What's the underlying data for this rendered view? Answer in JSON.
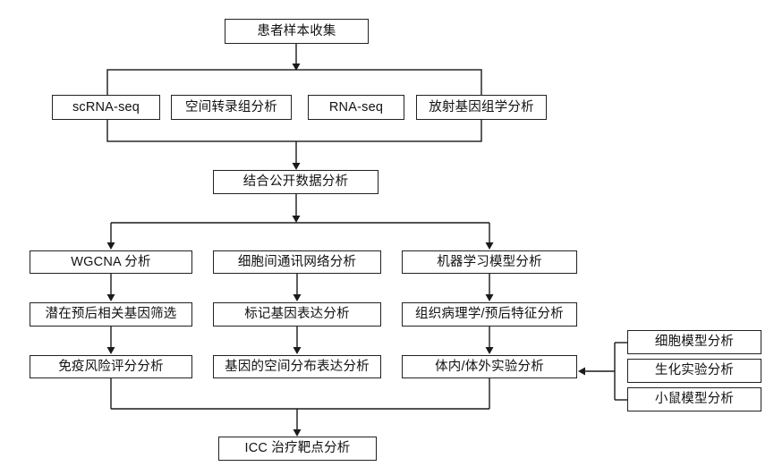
{
  "diagram": {
    "type": "flowchart",
    "language": "zh-CN",
    "colors": {
      "background": "#ffffff",
      "line": "#1a1a1a",
      "box_border": "#222222",
      "box_fill": "#ffffff",
      "text": "#111111"
    }
  },
  "nodes": {
    "patient_sample": {
      "label": "患者样本收集"
    },
    "scrna": {
      "label": "scRNA-seq"
    },
    "spatial": {
      "label": "空间转录组分析"
    },
    "rna": {
      "label": "RNA-seq"
    },
    "radiogenomics": {
      "label": "放射基因组学分析"
    },
    "public_data": {
      "label": "结合公开数据分析"
    },
    "wgcna": {
      "label": "WGCNA 分析"
    },
    "cell_comm": {
      "label": "细胞间通讯网络分析"
    },
    "ml_model": {
      "label": "机器学习模型分析"
    },
    "prognosis_genes": {
      "label": "潜在预后相关基因筛选"
    },
    "marker_expr": {
      "label": "标记基因表达分析"
    },
    "histopathology": {
      "label": "组织病理学/预后特征分析"
    },
    "immune_risk": {
      "label": "免疫风险评分分析"
    },
    "spatial_expr": {
      "label": "基因的空间分布表达分析"
    },
    "in_vivo_vitro": {
      "label": "体内/体外实验分析"
    },
    "cell_model": {
      "label": "细胞模型分析"
    },
    "biochem": {
      "label": "生化实验分析"
    },
    "mouse_model": {
      "label": "小鼠模型分析"
    },
    "icc_target": {
      "label": "ICC 治疗靶点分析"
    }
  },
  "edges": [
    {
      "from": "patient_sample",
      "to": "scrna"
    },
    {
      "from": "patient_sample",
      "to": "spatial"
    },
    {
      "from": "patient_sample",
      "to": "rna"
    },
    {
      "from": "patient_sample",
      "to": "radiogenomics"
    },
    {
      "from": "scrna",
      "to": "public_data"
    },
    {
      "from": "spatial",
      "to": "public_data"
    },
    {
      "from": "rna",
      "to": "public_data"
    },
    {
      "from": "radiogenomics",
      "to": "public_data"
    },
    {
      "from": "public_data",
      "to": "wgcna"
    },
    {
      "from": "public_data",
      "to": "cell_comm"
    },
    {
      "from": "public_data",
      "to": "ml_model"
    },
    {
      "from": "wgcna",
      "to": "prognosis_genes"
    },
    {
      "from": "cell_comm",
      "to": "marker_expr"
    },
    {
      "from": "ml_model",
      "to": "histopathology"
    },
    {
      "from": "prognosis_genes",
      "to": "immune_risk"
    },
    {
      "from": "marker_expr",
      "to": "spatial_expr"
    },
    {
      "from": "histopathology",
      "to": "in_vivo_vitro"
    },
    {
      "from": "cell_model",
      "to": "in_vivo_vitro"
    },
    {
      "from": "biochem",
      "to": "in_vivo_vitro"
    },
    {
      "from": "mouse_model",
      "to": "in_vivo_vitro"
    },
    {
      "from": "immune_risk",
      "to": "icc_target"
    },
    {
      "from": "spatial_expr",
      "to": "icc_target"
    },
    {
      "from": "in_vivo_vitro",
      "to": "icc_target"
    }
  ]
}
